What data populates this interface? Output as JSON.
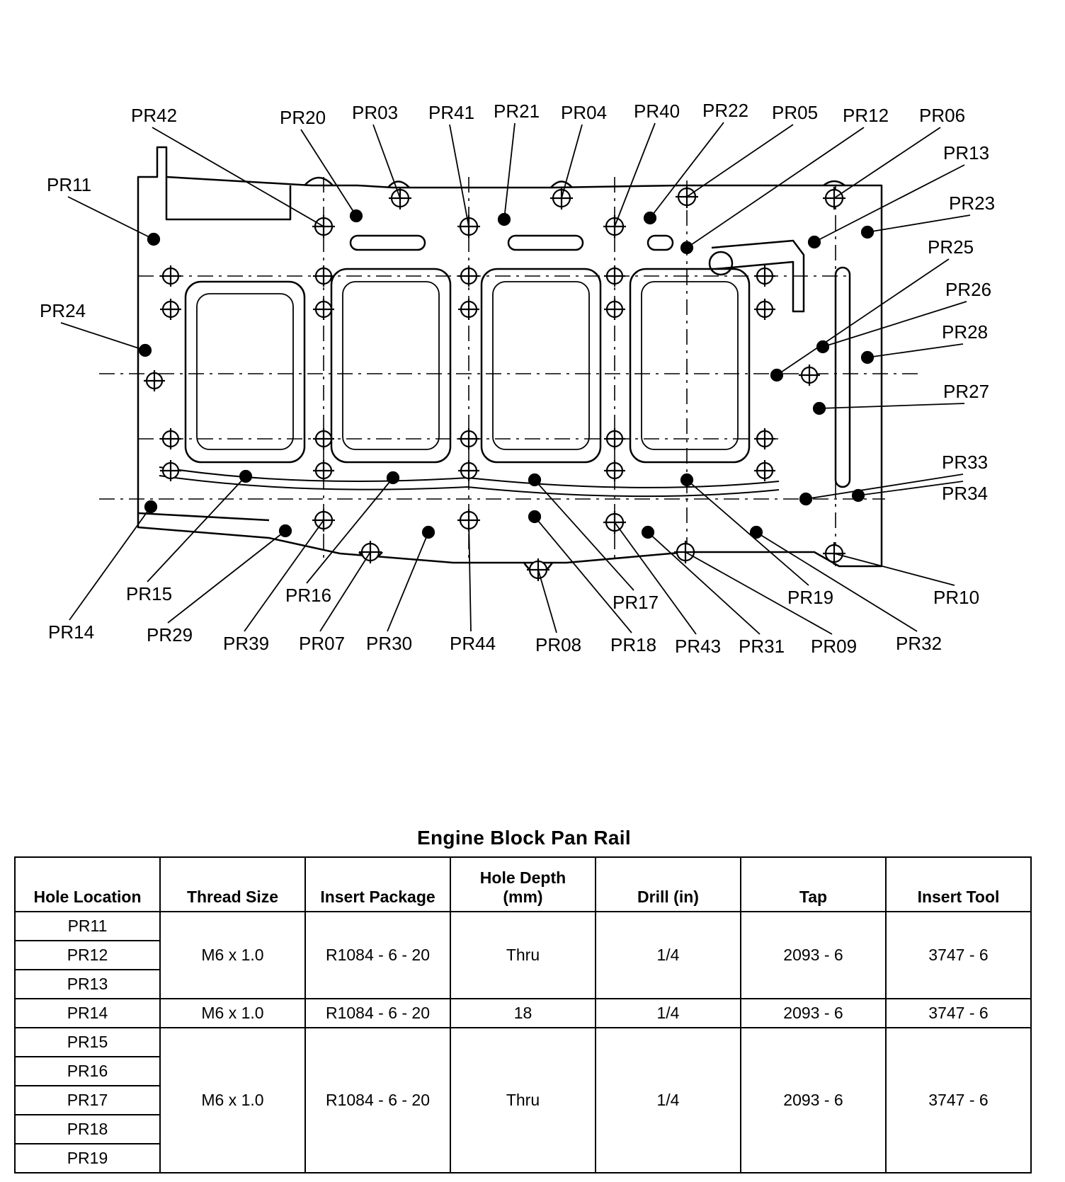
{
  "diagram": {
    "labels": [
      {
        "id": "PR42",
        "text": "PR42"
      },
      {
        "id": "PR20",
        "text": "PR20"
      },
      {
        "id": "PR03",
        "text": "PR03"
      },
      {
        "id": "PR41",
        "text": "PR41"
      },
      {
        "id": "PR21",
        "text": "PR21"
      },
      {
        "id": "PR04",
        "text": "PR04"
      },
      {
        "id": "PR40",
        "text": "PR40"
      },
      {
        "id": "PR22",
        "text": "PR22"
      },
      {
        "id": "PR05",
        "text": "PR05"
      },
      {
        "id": "PR12",
        "text": "PR12"
      },
      {
        "id": "PR06",
        "text": "PR06"
      },
      {
        "id": "PR13",
        "text": "PR13"
      },
      {
        "id": "PR23",
        "text": "PR23"
      },
      {
        "id": "PR11",
        "text": "PR11"
      },
      {
        "id": "PR25",
        "text": "PR25"
      },
      {
        "id": "PR26",
        "text": "PR26"
      },
      {
        "id": "PR24",
        "text": "PR24"
      },
      {
        "id": "PR28",
        "text": "PR28"
      },
      {
        "id": "PR27",
        "text": "PR27"
      },
      {
        "id": "PR33",
        "text": "PR33"
      },
      {
        "id": "PR34",
        "text": "PR34"
      },
      {
        "id": "PR15",
        "text": "PR15"
      },
      {
        "id": "PR16",
        "text": "PR16"
      },
      {
        "id": "PR17",
        "text": "PR17"
      },
      {
        "id": "PR19",
        "text": "PR19"
      },
      {
        "id": "PR10",
        "text": "PR10"
      },
      {
        "id": "PR14",
        "text": "PR14"
      },
      {
        "id": "PR29",
        "text": "PR29"
      },
      {
        "id": "PR39",
        "text": "PR39"
      },
      {
        "id": "PR07",
        "text": "PR07"
      },
      {
        "id": "PR30",
        "text": "PR30"
      },
      {
        "id": "PR44",
        "text": "PR44"
      },
      {
        "id": "PR08",
        "text": "PR08"
      },
      {
        "id": "PR18",
        "text": "PR18"
      },
      {
        "id": "PR43",
        "text": "PR43"
      },
      {
        "id": "PR31",
        "text": "PR31"
      },
      {
        "id": "PR09",
        "text": "PR09"
      },
      {
        "id": "PR32",
        "text": "PR32"
      }
    ]
  },
  "table": {
    "title": "Engine Block Pan Rail",
    "headers": {
      "hole_location": "Hole Location",
      "thread_size": "Thread Size",
      "insert_package": "Insert Package",
      "hole_depth": "Hole Depth",
      "hole_depth_unit": "(mm)",
      "drill": "Drill (in)",
      "tap": "Tap",
      "insert_tool": "Insert Tool"
    },
    "groups": [
      {
        "holes": [
          "PR11",
          "PR12",
          "PR13"
        ],
        "thread": "M6 x 1.0",
        "insert": "R1084 - 6 - 20",
        "depth": "Thru",
        "drill": "1/4",
        "tap": "2093 - 6",
        "tool": "3747 - 6"
      },
      {
        "holes": [
          "PR14"
        ],
        "thread": "M6 x 1.0",
        "insert": "R1084 - 6 - 20",
        "depth": "18",
        "drill": "1/4",
        "tap": "2093 - 6",
        "tool": "3747 - 6"
      },
      {
        "holes": [
          "PR15",
          "PR16",
          "PR17",
          "PR18",
          "PR19"
        ],
        "thread": "M6 x 1.0",
        "insert": "R1084 - 6 - 20",
        "depth": "Thru",
        "drill": "1/4",
        "tap": "2093 - 6",
        "tool": "3747 - 6"
      }
    ]
  }
}
